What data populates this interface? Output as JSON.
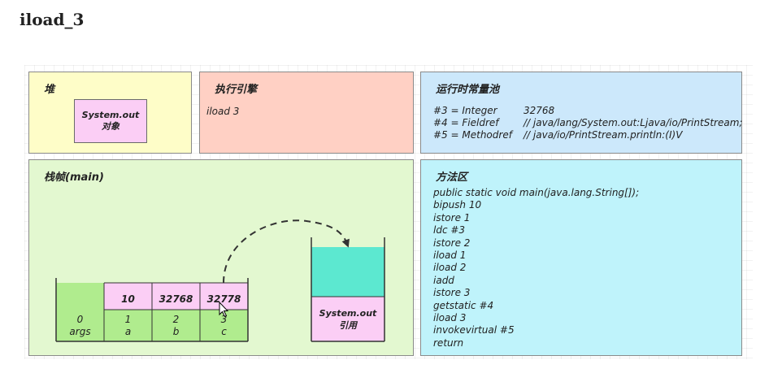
{
  "page": {
    "title": "iload_3"
  },
  "heap": {
    "title": "堆",
    "object_line1": "System.out",
    "object_line2": "对象"
  },
  "engine": {
    "title": "执行引擎",
    "instruction": "iload 3"
  },
  "constant_pool": {
    "title": "运行时常量池",
    "rows": [
      {
        "left": "#3 = Integer",
        "right": "32768"
      },
      {
        "left": "#4 = Fieldref",
        "right": "// java/lang/System.out:Ljava/io/PrintStream;"
      },
      {
        "left": "#5 = Methodref",
        "right": "// java/io/PrintStream.println:(I)V"
      }
    ]
  },
  "stack_frame": {
    "title": "栈帧(main)",
    "local_vars": {
      "values": [
        "",
        "10",
        "32768",
        "32778"
      ],
      "indices": [
        "0",
        "1",
        "2",
        "3"
      ],
      "names": [
        "args",
        "a",
        "b",
        "c"
      ]
    },
    "operand_stack": {
      "entry_line1": "System.out",
      "entry_line2": "引用"
    }
  },
  "method_area": {
    "title": "方法区",
    "lines": [
      "public static void main(java.lang.String[]);",
      "bipush 10",
      "istore 1",
      "ldc #3",
      "istore 2",
      "iload 1",
      "iload 2",
      "iadd",
      "istore 3",
      "getstatic #4",
      "iload 3",
      "invokevirtual #5",
      "return"
    ]
  },
  "colors": {
    "heap_bg": "#fefdc8",
    "engine_bg": "#ffd0c4",
    "pool_bg": "#cce8fb",
    "frame_bg": "#e3f8d0",
    "method_bg": "#bff3fb",
    "object_pink": "#fbcef5",
    "local_green": "#b0ec8e",
    "operand_teal": "#5ce8d0"
  },
  "icons": {
    "cursor": "mouse-pointer-icon"
  }
}
